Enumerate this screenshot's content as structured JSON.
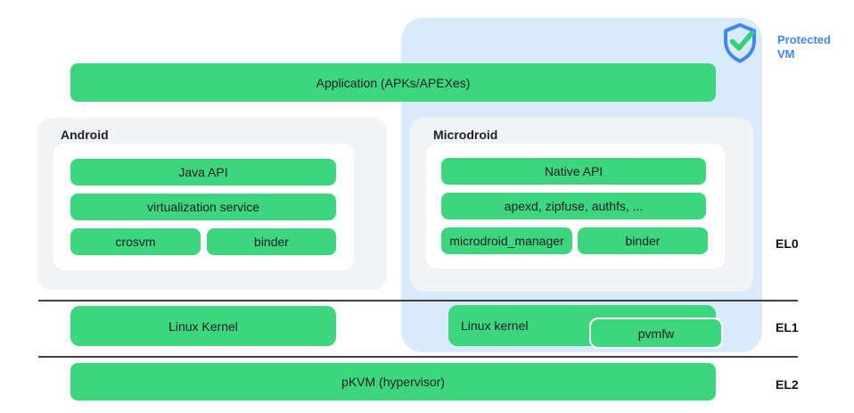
{
  "protected_vm": {
    "label": "Protected VM"
  },
  "application": {
    "label": "Application (APKs/APEXes)"
  },
  "android": {
    "title": "Android",
    "rows": [
      [
        "Java API"
      ],
      [
        "virtualization service"
      ],
      [
        "crosvm",
        "binder"
      ]
    ]
  },
  "microdroid": {
    "title": "Microdroid",
    "rows": [
      [
        "Native API"
      ],
      [
        "apexd, zipfuse, authfs, ..."
      ],
      [
        "microdroid_manager",
        "binder"
      ]
    ]
  },
  "el1": {
    "android_kernel": "Linux Kernel",
    "microdroid_kernel": "Linux kernel",
    "pvmfw": "pvmfw"
  },
  "el2": {
    "pkvm": "pKVM (hypervisor)"
  },
  "exception_levels": [
    "EL0",
    "EL1",
    "EL2"
  ],
  "colors": {
    "bar_green": "#3ed57f",
    "protected_vm_blue_bg": "#d8eafc",
    "panel_gray": "#f1f3f4",
    "accent_blue": "#4285f4",
    "check_green": "#31d179",
    "separator_line": "#3c4043",
    "text_dark": "#202124"
  }
}
